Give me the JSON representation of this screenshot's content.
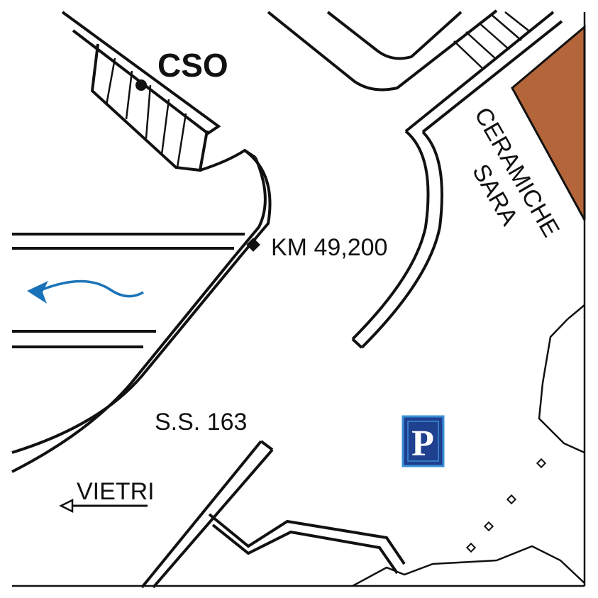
{
  "labels": {
    "cso": "CSO",
    "km_marker": "KM 49,200",
    "ceramiche": "CERAMICHE",
    "sara": "SARA",
    "road_name": "S.S. 163",
    "vietri": "VIETRI"
  },
  "parking": {
    "letter": "P",
    "icon": "parking-icon"
  },
  "colors": {
    "building": "#b5653a",
    "water": "#1a73b8",
    "parking_bg": "#1f3f8f",
    "parking_border": "#3a8fd6",
    "line": "#111111"
  }
}
